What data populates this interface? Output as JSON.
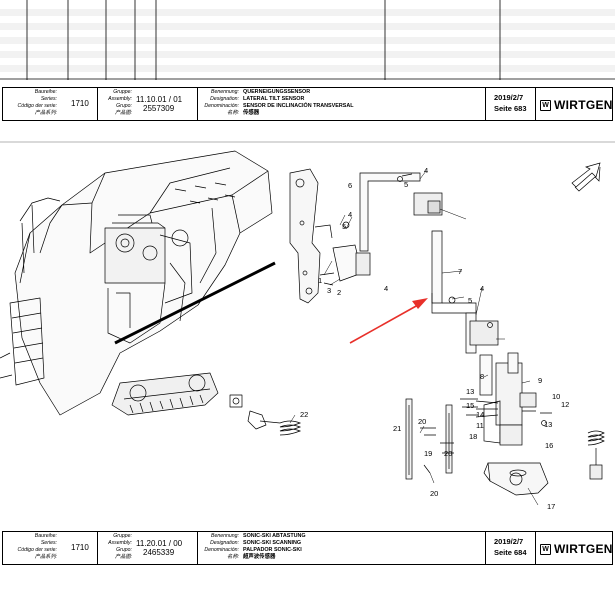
{
  "top_table": {
    "rows": 6
  },
  "title_block_upper": {
    "labels": {
      "baureihe": "Baureihe:",
      "series": "Series:",
      "codigo": "Código der serie:",
      "cn_series": "产品系列:",
      "gruppe": "Gruppe:",
      "assembly": "Assembly:",
      "grupo": "Grupo:",
      "cn_group": "产品图:",
      "benennung": "Benennung:",
      "designation": "Designation:",
      "denominacion": "Denominación:",
      "cn_name": "名称:"
    },
    "series_value": "1710",
    "assembly_value": "11.10.01 / 01",
    "part_number": "2557309",
    "name_de": "QUERNEIGUNGSSENSOR",
    "name_en": "LATERAL TILT SENSOR",
    "name_es": "SENSOR DE INCLINACIÓN TRANSVERSAL",
    "name_cn": "传感器",
    "date": "2019/2/7",
    "page": "Seite 683",
    "logo": "WIRTGEN",
    "logo_mark": "W"
  },
  "title_block_lower": {
    "labels": {
      "baureihe": "Baureihe:",
      "series": "Series:",
      "codigo": "Código der serie:",
      "cn_series": "产品系列:",
      "gruppe": "Gruppe:",
      "assembly": "Assembly:",
      "grupo": "Grupo:",
      "cn_group": "产品图:",
      "benennung": "Benennung:",
      "designation": "Designation:",
      "denominacion": "Denominación:",
      "cn_name": "名称:"
    },
    "series_value": "1710",
    "assembly_value": "11.20.01 / 00",
    "part_number": "2465339",
    "name_de": "SONIC-SKI ABTASTUNG",
    "name_en": "SONIC-SKI SCANNING",
    "name_es": "PALPADOR SONIC-SKI",
    "name_cn": "超声波传感器",
    "date": "2019/2/7",
    "page": "Seite 684",
    "logo": "WIRTGEN",
    "logo_mark": "W"
  },
  "drawing": {
    "callouts": [
      "1",
      "2",
      "3",
      "4",
      "5",
      "4",
      "5",
      "6",
      "7",
      "4",
      "5",
      "4",
      "8",
      "9",
      "10",
      "11",
      "12",
      "13",
      "13",
      "14",
      "15",
      "16",
      "17",
      "18",
      "19",
      "20",
      "20",
      "21",
      "22",
      "20"
    ],
    "arrow_color": "#e8302a"
  }
}
